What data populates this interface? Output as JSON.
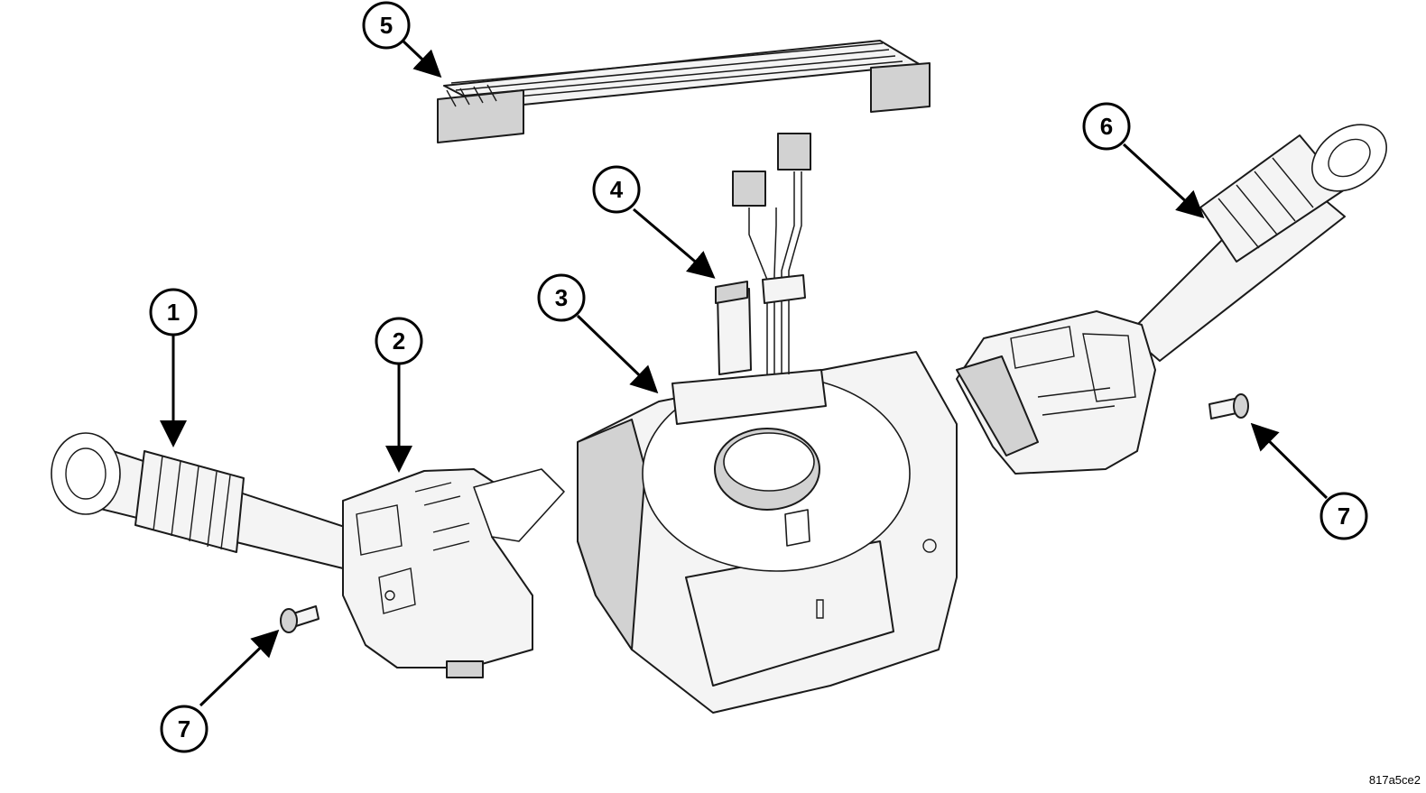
{
  "callouts": {
    "c1": "1",
    "c2": "2",
    "c3": "3",
    "c4": "4",
    "c5": "5",
    "c6": "6",
    "c7a": "7",
    "c7b": "7"
  },
  "reference_id": "817a5ce2"
}
